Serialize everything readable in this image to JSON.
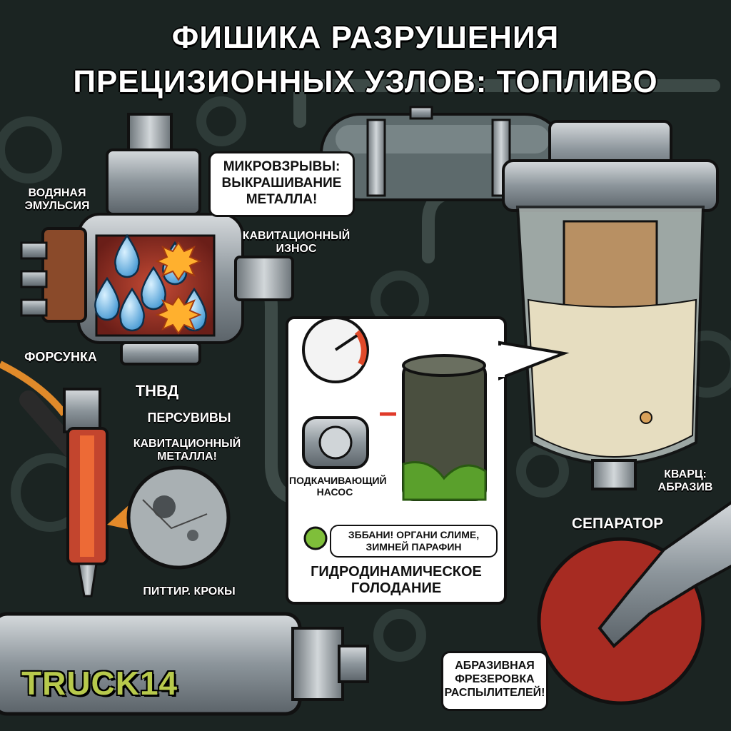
{
  "title": {
    "line1": "ФИШИКА РАЗРУШЕНИЯ",
    "line2": "ПРЕЦИЗИОННЫХ УЗЛОВ: ТОПЛИВО"
  },
  "pump": {
    "water_label": "ВОДЯНАЯ ЭМУЛЬСИЯ",
    "bubble": "МИКРОВЗРЫВЫ: ВЫКРАШИВАНИЕ МЕТАЛЛА!",
    "cavitation_label": "КАВИТАЦИОННЫЙ ИЗНОС",
    "name": "ТНВД"
  },
  "injector": {
    "name": "ФОРСУНКА",
    "label1": "ПЕРСУВИВЫ",
    "label2": "КАВИТАЦИОННЫЙ МЕТАЛЛА!",
    "pitting_label": "ПИТТИР. КРОКЫ"
  },
  "panel": {
    "pump_label": "ПОДКАЧИВАЮЩИЙ НАСОС",
    "bubble": "ЗББАНИ! ОРГАНИ СЛИМЕ, ЗИМНЕЙ ПАРАФИН",
    "title": "ГИДРОДИНАМИЧЕСКОЕ ГОЛОДАНИЕ"
  },
  "separator": {
    "quartz_label": "КВАРЦ: АБРАЗИВ",
    "name": "СЕПАРАТОР"
  },
  "nozzle": {
    "bubble": "АБРАЗИВНАЯ ФРЕЗЕРОВКА РАСПЫЛИТЕЛЕЙ!"
  },
  "logo": "TRUCK14",
  "colors": {
    "background": "#1b2422",
    "metal": "#9aa3a8",
    "cavitation_red": "#b03a2e",
    "water_blue": "#7cc6ee",
    "slime_green": "#5aa02c",
    "logo_green": "#b7c94c"
  }
}
